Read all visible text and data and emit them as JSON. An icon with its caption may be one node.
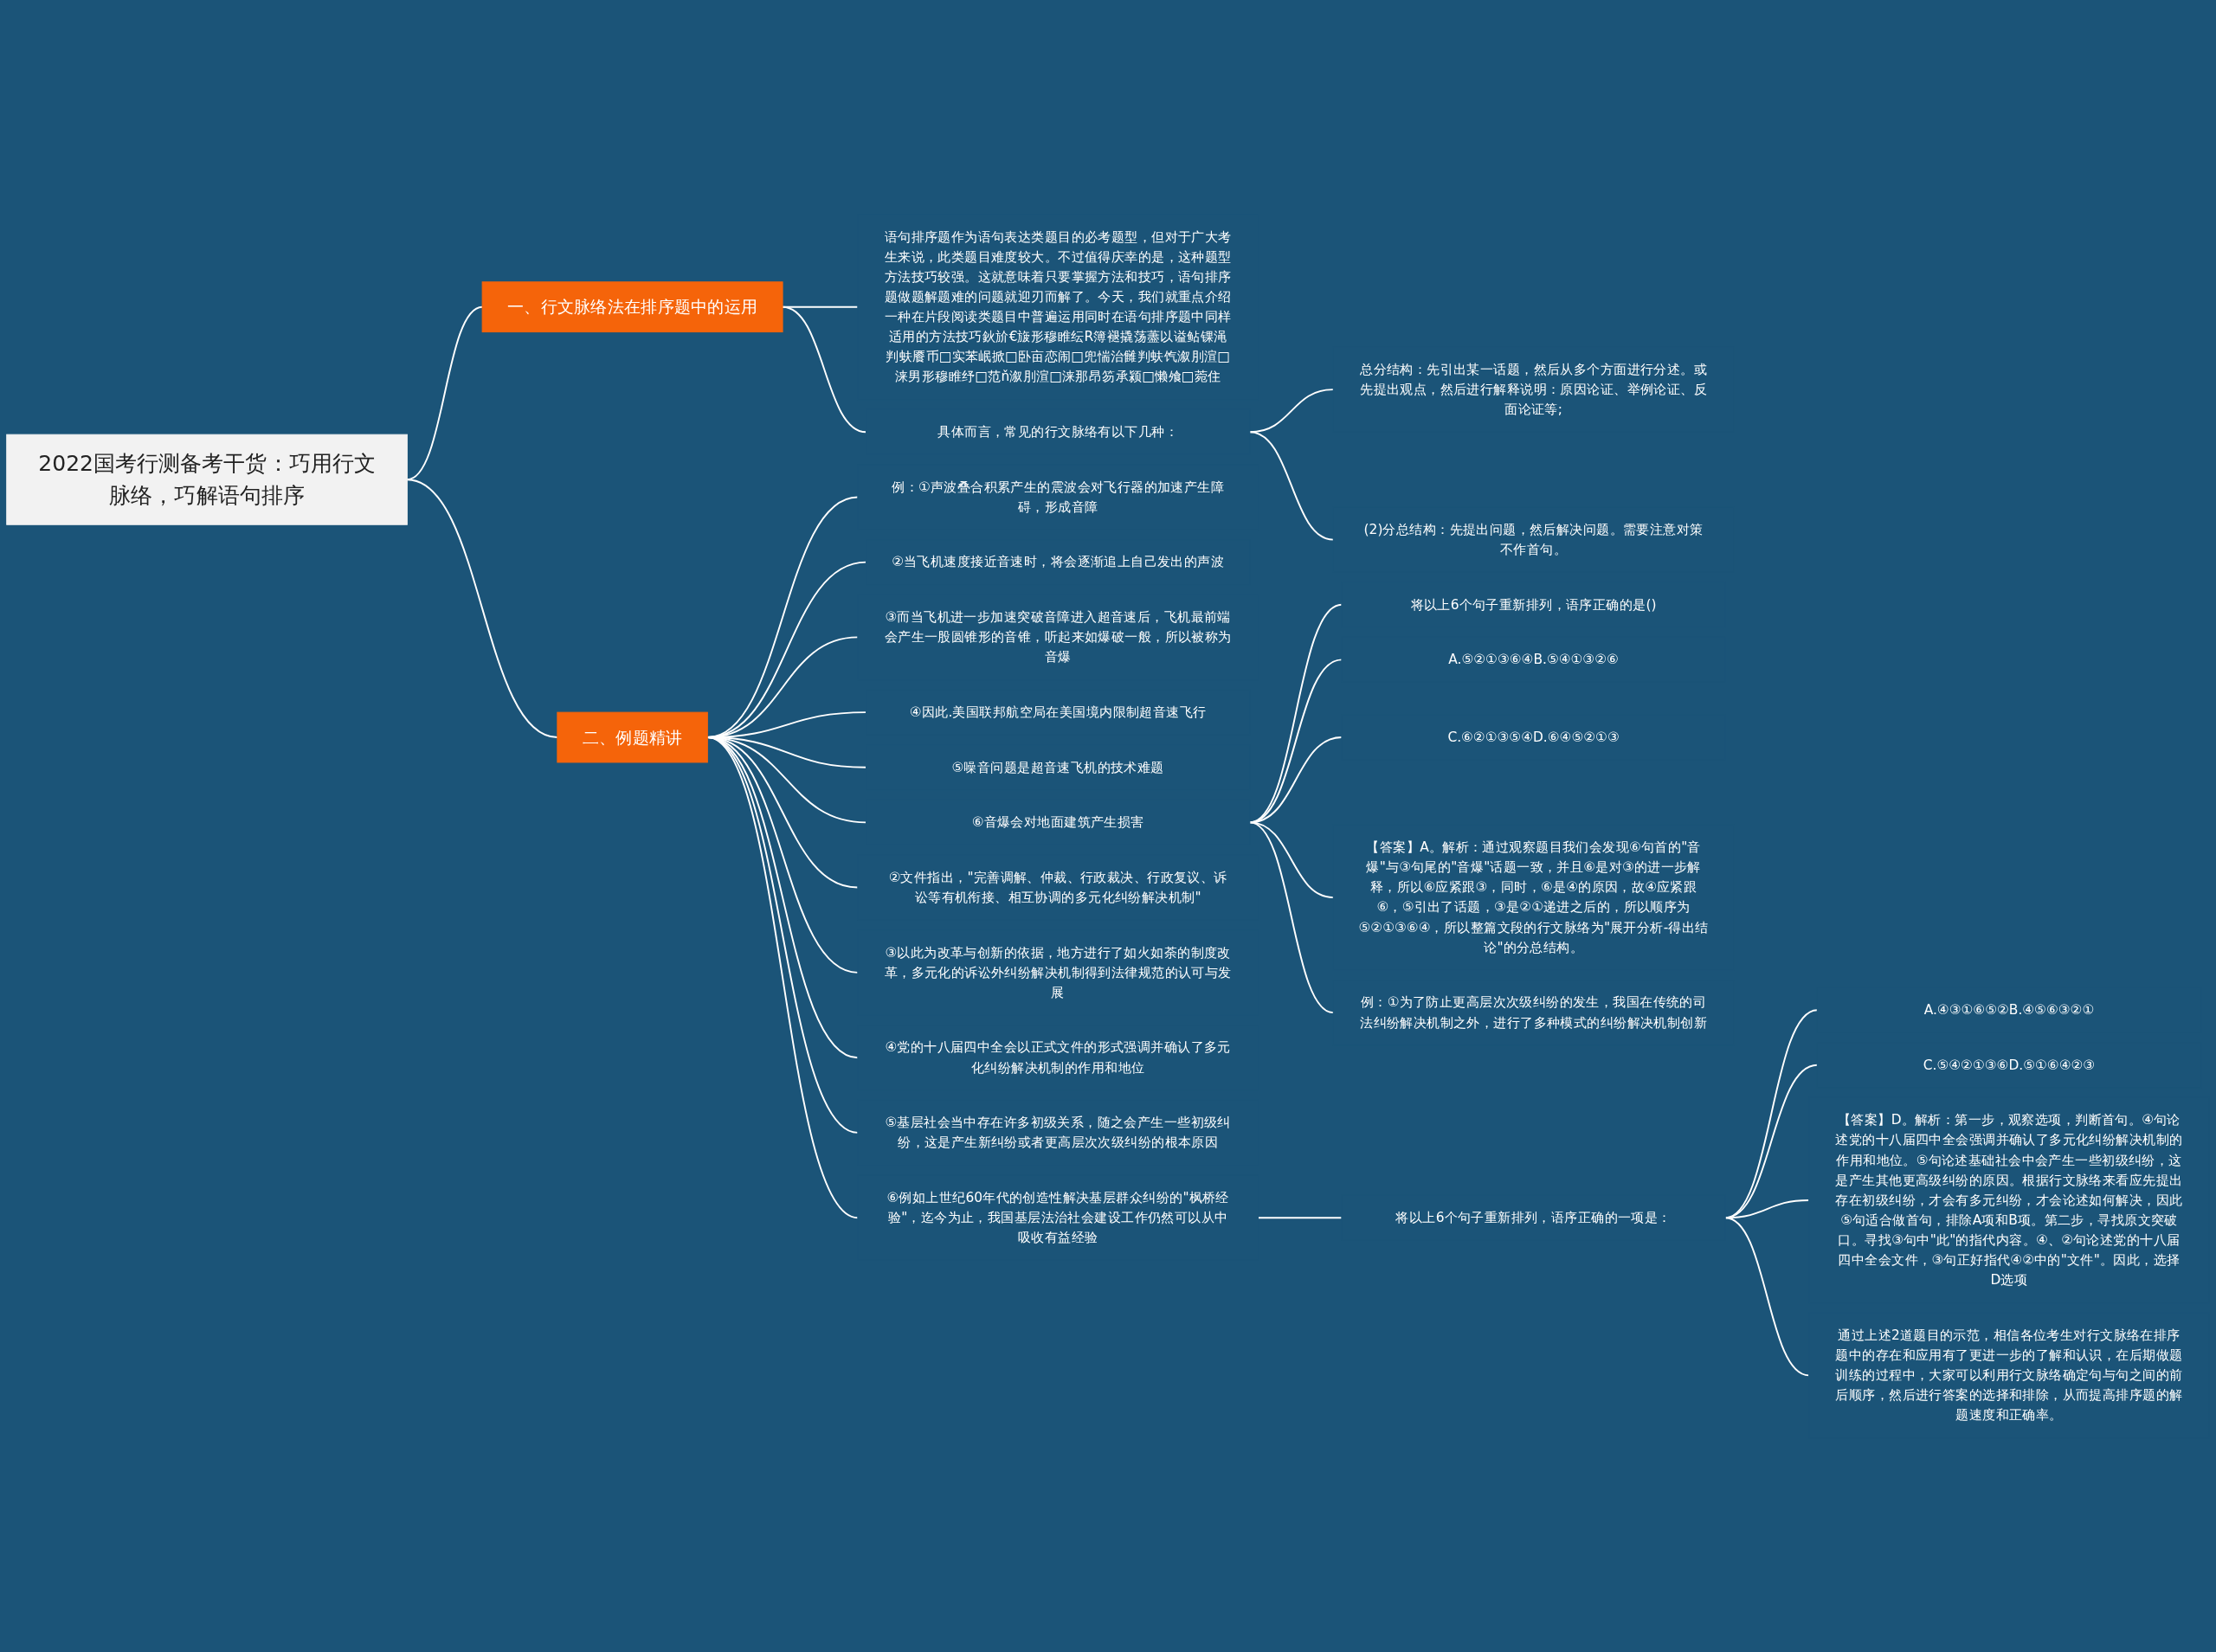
{
  "diagram": {
    "nodes": [
      {
        "text": [
          "2022国考行测备考干货：巧用行文脉络，巧解语句排序"
        ]
      },
      {
        "text": [
          "一、行文脉络法在排序题中的运用"
        ]
      },
      {
        "text": [
          "语句排序题作为语句表达类题目的必考题型，但对于广大考生来说，此类题目难度较大。不过值得庆幸的是，这种题型方法技巧较强。这就意味着只要掌握方法和技巧，语句排序题做题解题难的问题就迎刃而解了。今天，我们就重点介绍一种在片段阅读类题目中普遍运用同时在语句排序题中同样适用的方法技巧鈥斺€旇形穆睢纭R簿褪撬荡藎以谥鲇锞渑判蚨餍币□实苯岷掀□卧亩恋闹□兜惴治雠判蚨饩溆刖渲□涞男形穆睢纾□范ň溆刖渲□涞那昂笏承颍□懒飧□菀住"
        ]
      },
      {
        "text": [
          "具体而言，常见的行文脉络有以下几种："
        ]
      },
      {
        "text": [
          "总分结构：先引出某一话题，然后从多个方面进行分述。或先提出观点，然后进行解释说明：原因论证、举例论证、反面论证等;"
        ]
      },
      {
        "text": [
          "(2)分总结构：先提出问题，然后解决问题。需要注意对策不作首句。"
        ]
      },
      {
        "text": [
          "二、例题精讲"
        ]
      },
      {
        "text": [
          "例：①声波叠合积累产生的震波会对飞行器的加速产生障碍，形成音障"
        ]
      },
      {
        "text": [
          "②当飞机速度接近音速时，将会逐渐追上自己发出的声波"
        ]
      },
      {
        "text": [
          "③而当飞机进一步加速突破音障进入超音速后，飞机最前端会产生一股圆锥形的音锥，听起来如爆破一般，所以被称为音爆"
        ]
      },
      {
        "text": [
          "④因此.美国联邦航空局在美国境内限制超音速飞行"
        ]
      },
      {
        "text": [
          "⑤噪音问题是超音速飞机的技术难题"
        ]
      },
      {
        "text": [
          "⑥音爆会对地面建筑产生损害"
        ]
      },
      {
        "text": [
          "将以上6个句子重新排列，语序正确的是()"
        ]
      },
      {
        "text": [
          "A.⑤②①③⑥④B.⑤④①③②⑥"
        ]
      },
      {
        "text": [
          "C.⑥②①③⑤④D.⑥④⑤②①③"
        ]
      },
      {
        "text": [
          "【答案】A。解析：通过观察题目我们会发现⑥句首的\"音爆\"与③句尾的\"音爆\"话题一致，并且⑥是对③的进一步解释，所以⑥应紧跟③，同时，⑥是④的原因，故④应紧跟⑥，⑤引出了话题，③是②①递进之后的，所以顺序为⑤②①③⑥④，所以整篇文段的行文脉络为\"展开分析-得出结论\"的分总结构。"
        ]
      },
      {
        "text": [
          "例：①为了防止更高层次次级纠纷的发生，我国在传统的司法纠纷解决机制之外，进行了多种模式的纠纷解决机制创新"
        ]
      },
      {
        "text": [
          "②文件指出，\"完善调解、仲裁、行政裁决、行政复议、诉讼等有机衔接、相互协调的多元化纠纷解决机制\""
        ]
      },
      {
        "text": [
          "③以此为改革与创新的依据，地方进行了如火如荼的制度改革，多元化的诉讼外纠纷解决机制得到法律规范的认可与发展"
        ]
      },
      {
        "text": [
          "④党的十八届四中全会以正式文件的形式强调并确认了多元化纠纷解决机制的作用和地位"
        ]
      },
      {
        "text": [
          "⑤基层社会当中存在许多初级关系，随之会产生一些初级纠纷，这是产生新纠纷或者更高层次次级纠纷的根本原因"
        ]
      },
      {
        "text": [
          "⑥例如上世纪60年代的创造性解决基层群众纠纷的\"枫桥经验\"，迄今为止，我国基层法治社会建设工作仍然可以从中吸收有益经验"
        ]
      },
      {
        "text": [
          "将以上6个句子重新排列，语序正确的一项是："
        ]
      },
      {
        "text": [
          "A.④③①⑥⑤②B.④⑤⑥③②①"
        ]
      },
      {
        "text": [
          "C.⑤④②①③⑥D.⑤①⑥④②③"
        ]
      },
      {
        "text": [
          "【答案】D。解析：第一步，观察选项，判断首句。④句论述党的十八届四中全会强调并确认了多元化纠纷解决机制的作用和地位。⑤句论述基础社会中会产生一些初级纠纷，这是产生其他更高级纠纷的原因。根据行文脉络来看应先提出存在初级纠纷，才会有多元纠纷，才会论述如何解决，因此⑤句适合做首句，排除A项和B项。第二步，寻找原文突破口。寻找③句中\"此\"的指代内容。④、②句论述党的十八届四中全会文件，③句正好指代④②中的\"文件\"。因此，选择D选项"
        ]
      },
      {
        "text": [
          "通过上述2道题目的示范，相信各位考生对行文脉络在排序题中的存在和应用有了更进一步的了解和认识，在后期做题训练的过程中，大家可以利用行文脉络确定句与句之间的前后顺序，然后进行答案的选择和排除，从而提高排序题的解题速度和正确率。"
        ]
      }
    ],
    "edges": [
      {
        "from": 0,
        "to": 1,
        "arrow": "none"
      },
      {
        "from": 1,
        "to": 2,
        "arrow": "none"
      },
      {
        "from": 1,
        "to": 3,
        "arrow": "none"
      },
      {
        "from": 3,
        "to": 4,
        "arrow": "none"
      },
      {
        "from": 3,
        "to": 5,
        "arrow": "none"
      },
      {
        "from": 0,
        "to": 6,
        "arrow": "none"
      },
      {
        "from": 6,
        "to": 7,
        "arrow": "none"
      },
      {
        "from": 6,
        "to": 8,
        "arrow": "none"
      },
      {
        "from": 6,
        "to": 9,
        "arrow": "none"
      },
      {
        "from": 6,
        "to": 10,
        "arrow": "none"
      },
      {
        "from": 6,
        "to": 11,
        "arrow": "none"
      },
      {
        "from": 6,
        "to": 12,
        "arrow": "none"
      },
      {
        "from": 12,
        "to": 13,
        "arrow": "none"
      },
      {
        "from": 12,
        "to": 14,
        "arrow": "none"
      },
      {
        "from": 12,
        "to": 15,
        "arrow": "none"
      },
      {
        "from": 12,
        "to": 16,
        "arrow": "none"
      },
      {
        "from": 12,
        "to": 17,
        "arrow": "none"
      },
      {
        "from": 6,
        "to": 18,
        "arrow": "none"
      },
      {
        "from": 6,
        "to": 19,
        "arrow": "none"
      },
      {
        "from": 6,
        "to": 20,
        "arrow": "none"
      },
      {
        "from": 6,
        "to": 21,
        "arrow": "none"
      },
      {
        "from": 6,
        "to": 22,
        "arrow": "none"
      },
      {
        "from": 22,
        "to": 23,
        "arrow": "none"
      },
      {
        "from": 23,
        "to": 24,
        "arrow": "none"
      },
      {
        "from": 23,
        "to": 25,
        "arrow": "none"
      },
      {
        "from": 23,
        "to": 26,
        "arrow": "none"
      },
      {
        "from": 23,
        "to": 27,
        "arrow": "none"
      }
    ]
  }
}
